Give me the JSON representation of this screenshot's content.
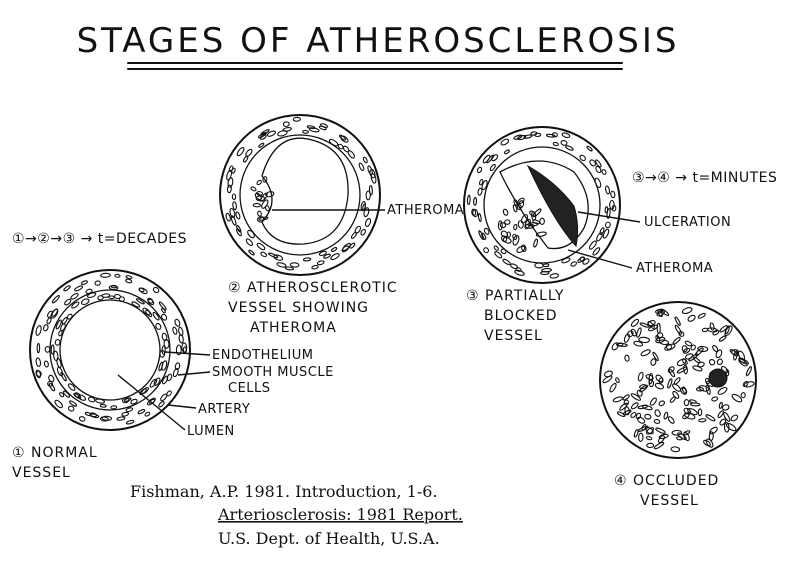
{
  "title": "STAGES OF ATHEROSCLEROSIS",
  "timing": {
    "decades": "①→②→③ → t=DECADES",
    "minutes": "③→④ → t=MINUTES"
  },
  "stages": {
    "normal": {
      "caption": [
        "① NORMAL",
        "VESSEL"
      ],
      "labels": [
        "ENDOTHELIUM",
        "SMOOTH MUSCLE",
        "CELLS",
        "ARTERY",
        "LUMEN"
      ]
    },
    "atherosclerotic": {
      "caption": [
        "② ATHEROSCLEROTIC",
        "VESSEL SHOWING",
        "ATHEROMA"
      ],
      "labels": [
        "ATHEROMA"
      ]
    },
    "partially_blocked": {
      "caption": [
        "③ PARTIALLY",
        "BLOCKED",
        "VESSEL"
      ],
      "labels": [
        "ULCERATION",
        "ATHEROMA"
      ]
    },
    "occluded": {
      "caption": [
        "④ OCCLUDED",
        "VESSEL"
      ]
    }
  },
  "citation": {
    "line1": "Fishman, A.P. 1981. Introduction, 1-6.",
    "line2": "Arteriosclerosis: 1981 Report.",
    "line3": "U.S. Dept. of Health, U.S.A."
  }
}
